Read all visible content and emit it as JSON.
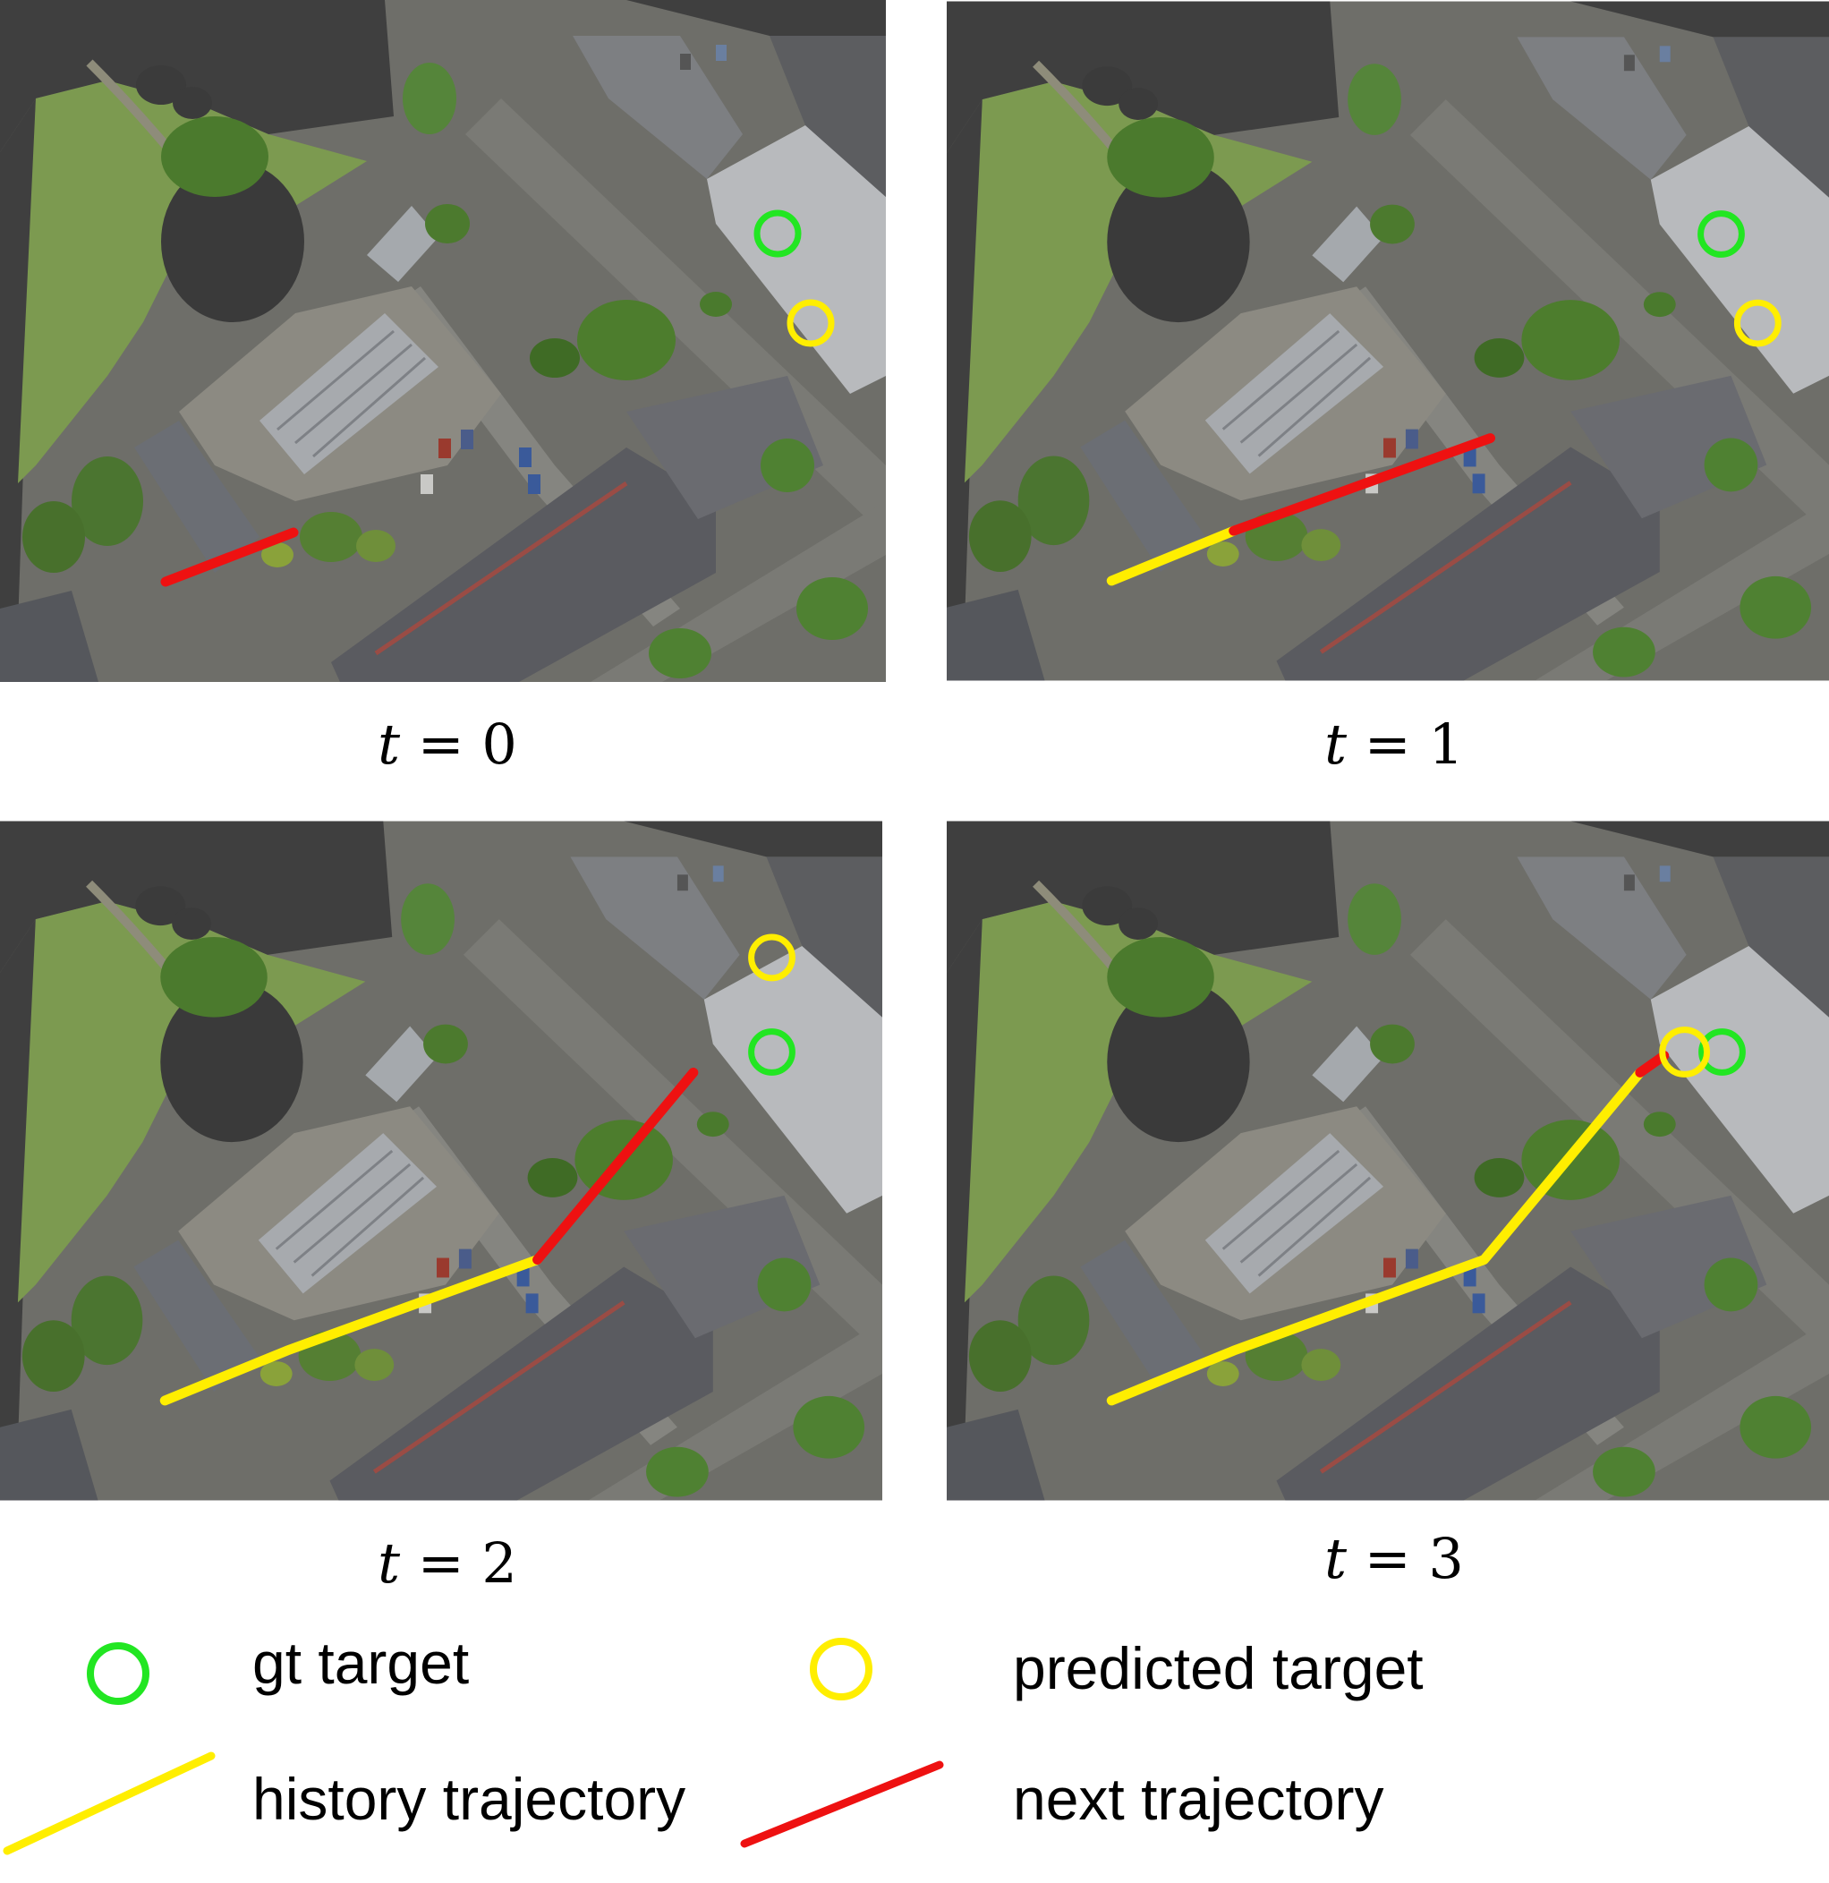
{
  "panels": [
    {
      "id": "t0",
      "var": "t",
      "eq": "=",
      "num": "0"
    },
    {
      "id": "t1",
      "var": "t",
      "eq": "=",
      "num": "1"
    },
    {
      "id": "t2",
      "var": "t",
      "eq": "=",
      "num": "2"
    },
    {
      "id": "t3",
      "var": "t",
      "eq": "=",
      "num": "3"
    }
  ],
  "legend": {
    "gt_target": "gt target",
    "predicted_target": "predicted target",
    "history_trajectory": "history trajectory",
    "next_trajectory": "next trajectory"
  },
  "colors": {
    "gt_target": "#22e622",
    "predicted_target": "#ffee00",
    "history_trajectory": "#ffee00",
    "next_trajectory": "#ee1111",
    "ground_dark": "#3e3e3e",
    "grass": "#7a9a4e",
    "road": "#6f6f6a",
    "roof": "#8a8c90",
    "tree": "#4f7f30"
  }
}
